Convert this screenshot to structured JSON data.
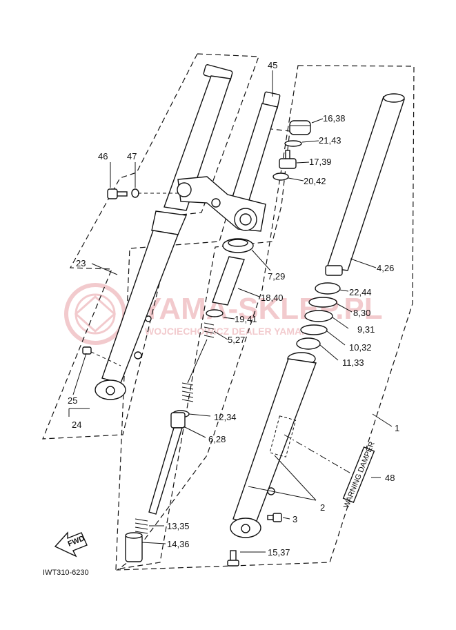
{
  "diagram": {
    "drawing_code": "IWT310-6230",
    "fwd_label": "FWD",
    "watermark": {
      "main": "YAMA-SKLEP.PL",
      "sub": "WOJCIECHOWICZ DEALER YAMAHA",
      "color": "#e8a0a6"
    },
    "damper_tag": "WARNING DAMPER",
    "labels": {
      "l45": "45",
      "l16_38": "16,38",
      "l21_43": "21,43",
      "l17_39": "17,39",
      "l20_42": "20,42",
      "l46": "46",
      "l47": "47",
      "l7_29": "7,29",
      "l4_26": "4,26",
      "l23": "23",
      "l18_40": "18,40",
      "l22_44": "22,44",
      "l19_41": "19,41",
      "l8_30": "8,30",
      "l9_31": "9,31",
      "l5_27": "5,27",
      "l10_32": "10,32",
      "l11_33": "11,33",
      "l25": "25",
      "l24": "24",
      "l12_34": "12,34",
      "l1": "1",
      "l6_28": "6,28",
      "l48": "48",
      "l2": "2",
      "l3": "3",
      "l13_35": "13,35",
      "l14_36": "14,36",
      "l15_37": "15,37"
    }
  }
}
